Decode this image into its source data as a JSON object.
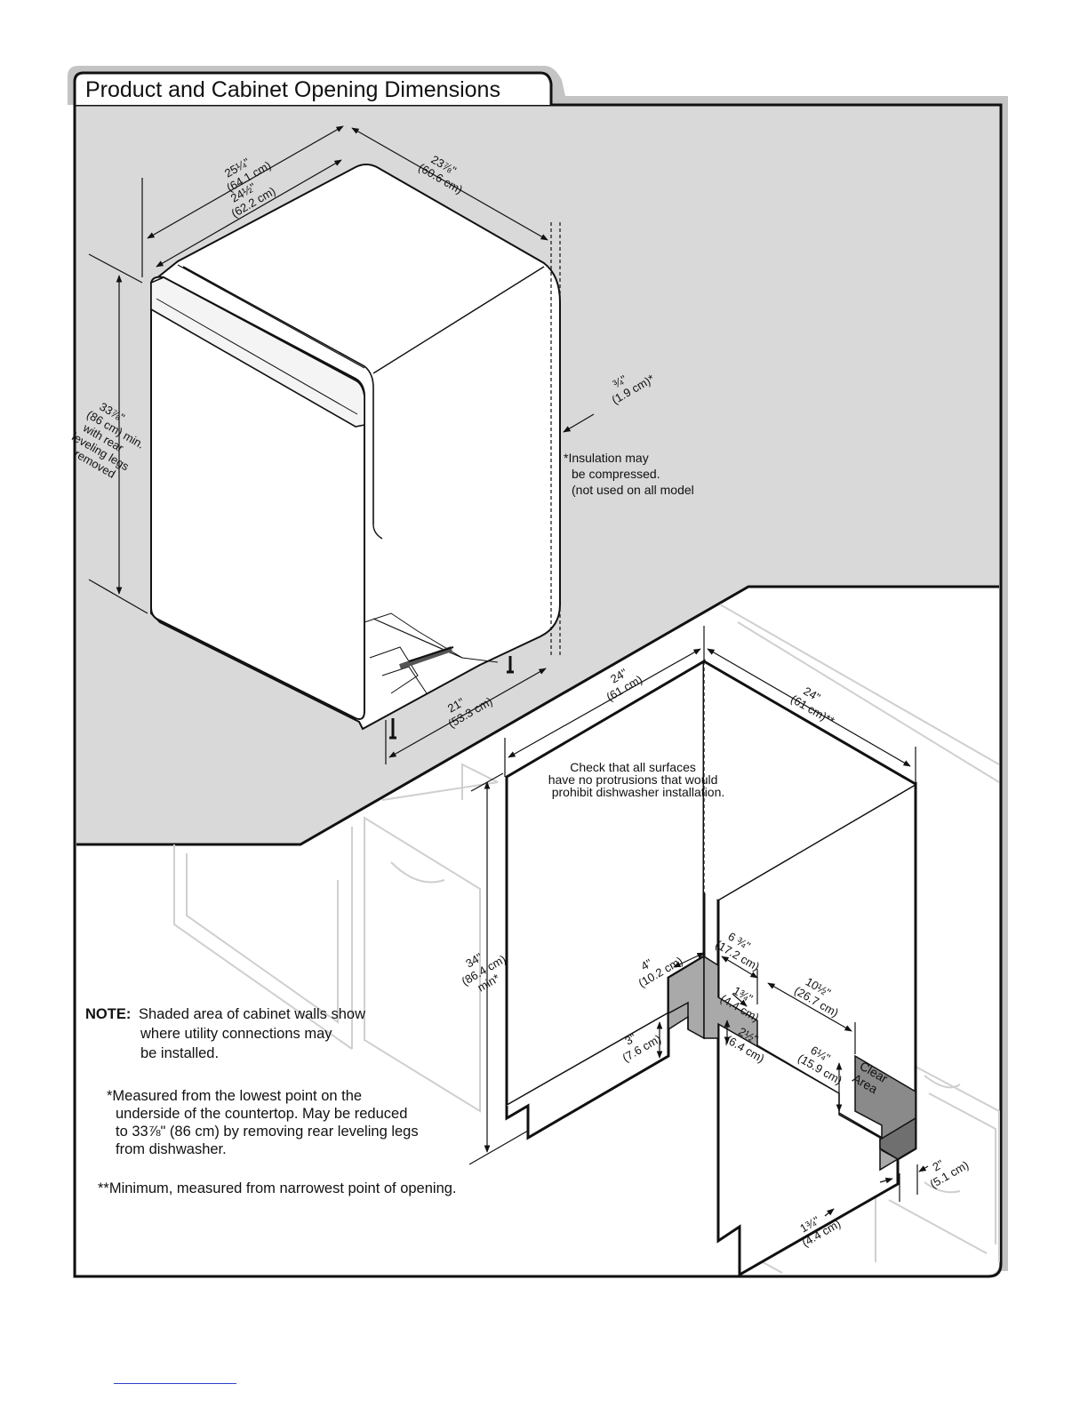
{
  "title": "Product and Cabinet Opening Dimensions",
  "product_dims": {
    "depth_outer": [
      "25¼\"",
      "(64.1 cm)"
    ],
    "depth_inner": [
      "24½\"",
      "(62.2 cm)"
    ],
    "width": [
      "23⅞\"",
      "(60.6 cm)"
    ],
    "height": [
      "33⅞\"",
      "(86 cm) min.",
      "with rear",
      "leveling legs",
      "removed"
    ],
    "insulation": [
      "¾\"",
      "(1.9 cm)*"
    ],
    "base": [
      "21\"",
      "(53.3 cm)"
    ]
  },
  "insulation_note": [
    "*Insulation may",
    "be compressed.",
    "(not used on all model"
  ],
  "cabinet_dims": {
    "width_front": [
      "24\"",
      "(61 cm)"
    ],
    "depth_side": [
      "24\"",
      "(61 cm)**"
    ],
    "height": [
      "34\"",
      "(86.4 cm)",
      "min*"
    ],
    "left_4": [
      "4\"",
      "(10.2 cm)"
    ],
    "top_6_3_4": [
      "6 ¾\"",
      "(17.2 cm)"
    ],
    "d_1_3_4": [
      "1¾\"",
      "(4.4 cm)"
    ],
    "d_10_1_2": [
      "10½\"",
      "(26.7 cm)"
    ],
    "d_3": [
      "3\"",
      "(7.6 cm)"
    ],
    "d_2_1_2": [
      "2½\"",
      "(6.4 cm)"
    ],
    "d_6_1_4": [
      "6¼\"",
      "(15.9 cm)"
    ],
    "clear_area": [
      "Clear",
      "Area"
    ],
    "d_2": [
      "2\"",
      "(5.1 cm)"
    ],
    "d_bottom_1_3_4": [
      "1¾\"",
      "(4.4 cm)"
    ]
  },
  "surfaces_note": [
    "Check that all surfaces",
    "have no protrusions that would",
    "prohibit dishwasher installation."
  ],
  "note": {
    "label": "NOTE:",
    "lines": [
      "Shaded area of cabinet walls show",
      "where utility connections may",
      "be installed."
    ]
  },
  "footnotes": {
    "single": [
      "*Measured from the lowest point on the",
      "underside of the countertop. May be reduced",
      "to 33⅞\" (86 cm) by removing rear leveling legs",
      "from dishwasher."
    ],
    "double": "**Minimum, measured from narrowest point of opening."
  },
  "colors": {
    "panel_bg": "#d9d9d9",
    "frame": "#111111",
    "shade": "#a9a9a9",
    "clear_area": "#6f6f6f",
    "tab_shadow": "#c4c4c4"
  }
}
